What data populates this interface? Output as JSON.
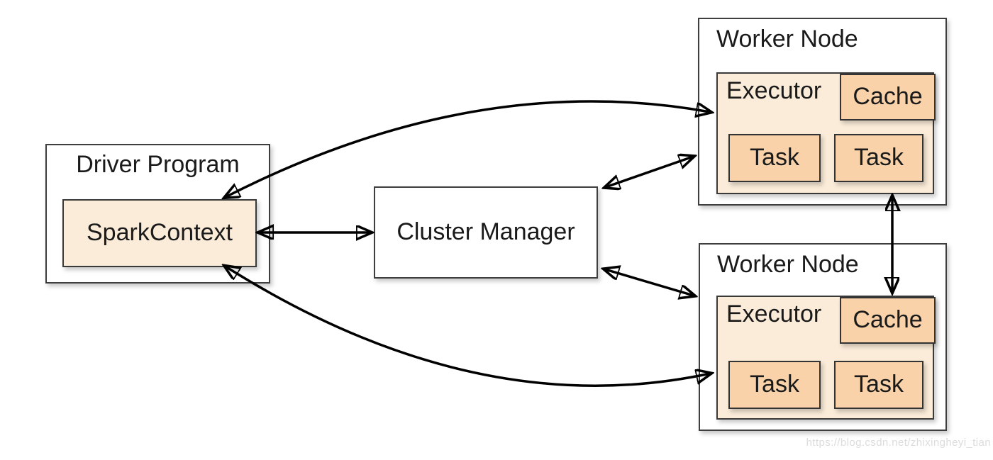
{
  "diagram": {
    "driver_program": {
      "title": "Driver Program",
      "spark_context_label": "SparkContext"
    },
    "cluster_manager": {
      "title": "Cluster Manager"
    },
    "worker_nodes": [
      {
        "title": "Worker Node",
        "executor_label": "Executor",
        "cache_label": "Cache",
        "task_labels": [
          "Task",
          "Task"
        ]
      },
      {
        "title": "Worker Node",
        "executor_label": "Executor",
        "cache_label": "Cache",
        "task_labels": [
          "Task",
          "Task"
        ]
      }
    ],
    "connections": [
      {
        "from": "SparkContext",
        "to": "Worker Node 1 Executor",
        "bidirectional": true,
        "style": "curved"
      },
      {
        "from": "SparkContext",
        "to": "Cluster Manager",
        "bidirectional": true,
        "style": "straight"
      },
      {
        "from": "Cluster Manager",
        "to": "Worker Node 1",
        "bidirectional": true,
        "style": "straight"
      },
      {
        "from": "Cluster Manager",
        "to": "Worker Node 2",
        "bidirectional": true,
        "style": "straight"
      },
      {
        "from": "SparkContext",
        "to": "Worker Node 2 Executor",
        "bidirectional": true,
        "style": "curved"
      },
      {
        "from": "Worker Node 1 Executor",
        "to": "Worker Node 2 Cache",
        "bidirectional": true,
        "style": "straight"
      }
    ],
    "watermark": "https://blog.csdn.net/zhixingheyi_tian",
    "colors": {
      "background": "#ffffff",
      "node_fill": "#ffffff",
      "light_peach_fill": "#fbecd9",
      "peach_fill": "#f9d2a9",
      "border": "#3e3e3e",
      "arrow": "#000000",
      "text": "#1a1a1a",
      "watermark": "#dcdcdc"
    }
  }
}
